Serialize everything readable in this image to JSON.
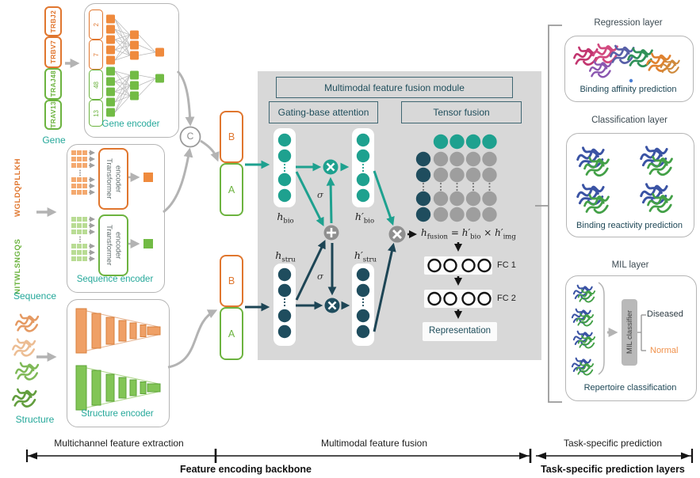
{
  "colors": {
    "teal": "#1ea18f",
    "dark_navy": "#1f4d5e",
    "orange": "#e0762e",
    "green": "#6cb33f",
    "gray_circle": "#9e9e9e",
    "module_background": "#d8d8d8",
    "arrow_gray": "#b3b3b3",
    "normal_orange": "#f0914b"
  },
  "gene": {
    "label": "Gene",
    "bar_segments": [
      {
        "text": "TRBJ2",
        "color": "orange"
      },
      {
        "text": "TRBV7",
        "color": "orange"
      },
      {
        "text": "TRAJ48",
        "color": "green"
      },
      {
        "text": "TRAV13",
        "color": "green"
      }
    ],
    "number_boxes": [
      {
        "text": "2",
        "color": "orange"
      },
      {
        "text": "7",
        "color": "orange"
      },
      {
        "text": "48",
        "color": "green"
      },
      {
        "text": "13",
        "color": "green"
      }
    ],
    "encoder_label": "Gene encoder"
  },
  "sequence": {
    "label": "Sequence",
    "beta_chain": "WGLDQPLLKH",
    "alpha_chain": "NITWLSNGQS",
    "transformer_beta": "Transformer encoder",
    "transformer_alpha": "Transformer encoder",
    "encoder_label": "Sequence encoder"
  },
  "structure": {
    "label": "Structure",
    "encoder_label": "Structure encoder"
  },
  "concat_symbol": "C",
  "chain_b": "B",
  "chain_a": "A",
  "fusion_module": {
    "title": "Multimodal feature fusion module",
    "gating_title": "Gating-base attention",
    "tensor_title": "Tensor fusion",
    "sigma": "σ",
    "h_bio": {
      "base": "h",
      "sub": "bio"
    },
    "h_bio_prime": {
      "base": "h′",
      "sub": "bio"
    },
    "h_stru": {
      "base": "h",
      "sub": "stru"
    },
    "h_stru_prime": {
      "base": "h′",
      "sub": "stru"
    },
    "formula": {
      "lhs": "h",
      "lhs_sub": "fusion",
      "eq": " = ",
      "t1": "h′",
      "t1_sub": "bio",
      "op": " × ",
      "t2": "h′",
      "t2_sub": "img"
    },
    "fc1_label": "FC 1",
    "fc2_label": "FC 2",
    "representation_label": "Representation"
  },
  "tasks": {
    "regression": {
      "title": "Regression layer",
      "caption": "Binding affinity prediction"
    },
    "classification": {
      "title": "Classification layer",
      "caption": "Binding reactivity prediction"
    },
    "mil": {
      "title": "MIL layer",
      "classifier": "MIL classifier",
      "output_positive": "Diseased",
      "output_negative": "Normal",
      "caption": "Repertoire classification"
    }
  },
  "bottom_axis": {
    "section1": "Multichannel feature extraction",
    "section2": "Multimodal feature fusion",
    "section3": "Task-specific prediction",
    "backbone": "Feature encoding backbone",
    "prediction_layers": "Task-specific prediction layers"
  }
}
